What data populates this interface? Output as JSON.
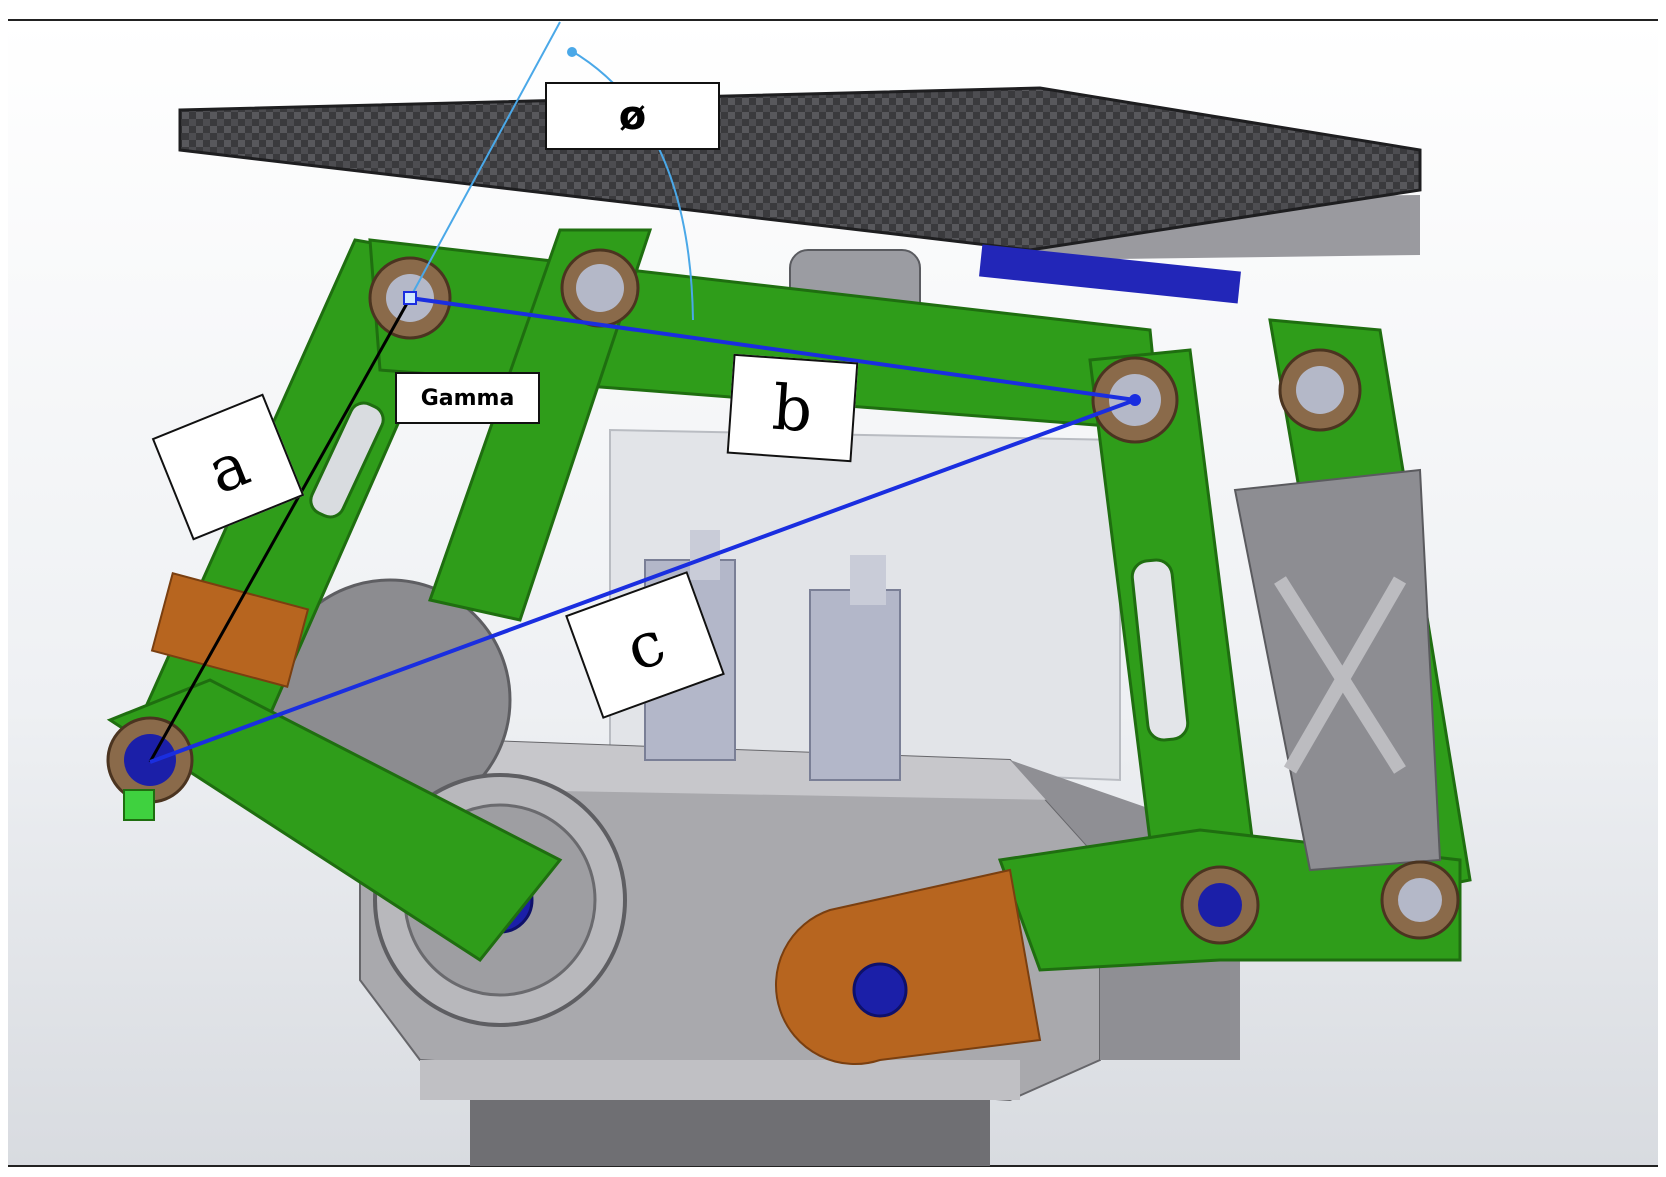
{
  "labels": {
    "phi": "ø",
    "gamma": "Gamma",
    "a": "a",
    "b": "b",
    "c": "c"
  },
  "colors": {
    "frame_green": "#2f9d1a",
    "frame_green_dark": "#1f6e10",
    "bracket_orange": "#b7651f",
    "pin_blue": "#1b1fa8",
    "sketch_line_blue": "#1a2ee0",
    "angle_line_lightblue": "#4aa8e8",
    "chassis_gray": "#a9a9ad",
    "carbon_plate": "#3b3b3e"
  }
}
